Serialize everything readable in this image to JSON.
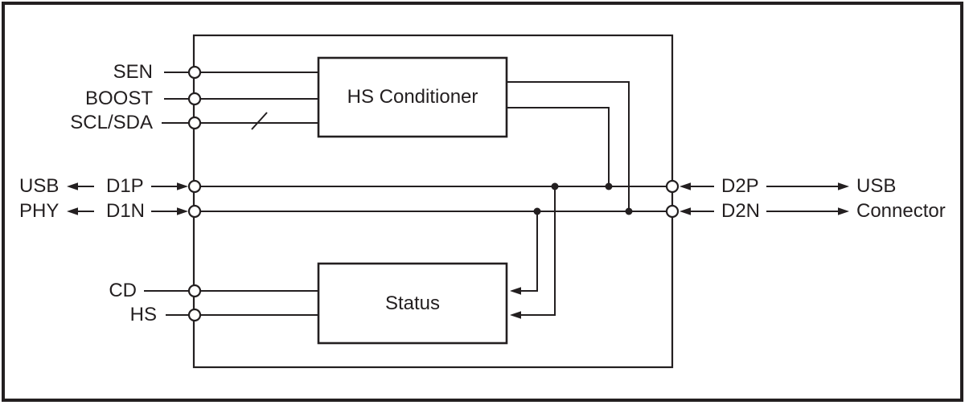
{
  "diagram_type": "block-diagram",
  "colors": {
    "ink": "#231f20",
    "background": "#ffffff"
  },
  "blocks": {
    "hs_conditioner": "HS Conditioner",
    "status": "Status"
  },
  "pins": {
    "sen": "SEN",
    "boost": "BOOST",
    "scl_sda": "SCL/SDA",
    "d1p": "D1P",
    "d1n": "D1N",
    "cd": "CD",
    "hs": "HS",
    "d2p": "D2P",
    "d2n": "D2N"
  },
  "externals": {
    "usb_phy": {
      "line1": "USB",
      "line2": "PHY"
    },
    "usb_connector": {
      "line1": "USB",
      "line2": "Connector"
    }
  }
}
